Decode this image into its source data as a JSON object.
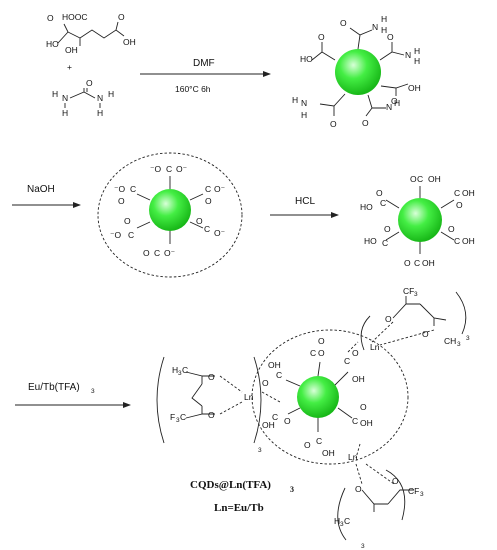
{
  "reactants": {
    "citric_acid": {
      "groups": [
        "HOOC",
        "COOH",
        "OH"
      ]
    },
    "plus": "+",
    "urea": {
      "atoms": [
        "H",
        "N",
        "C",
        "O",
        "N",
        "H"
      ]
    }
  },
  "steps": [
    {
      "reagent": "DMF",
      "conditions": "160°C 6h"
    },
    {
      "reagent": "NaOH",
      "conditions": ""
    },
    {
      "reagent": "HCL",
      "conditions": ""
    },
    {
      "reagent": "Eu/Tb(TFA)",
      "subscript": "3",
      "conditions": ""
    }
  ],
  "labels": {
    "product_name": "CQDs@Ln(TFA)",
    "product_sub": "3",
    "ln_def": "Ln=Eu/Tb",
    "ln": "Ln",
    "count": "3",
    "cf3": "CF",
    "ch3": "CH",
    "h3c": "H",
    "f3c": "F"
  },
  "colors": {
    "dot": "#22dd22",
    "dot_highlight": "#d8ffd8",
    "line": "#222222"
  }
}
